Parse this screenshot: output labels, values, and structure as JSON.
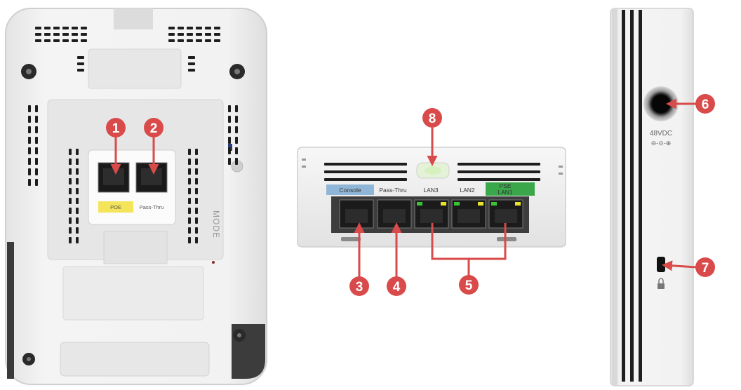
{
  "colors": {
    "callout": "#d94a4a",
    "body": "#efefef",
    "console_strip": "#8fb6d6",
    "poe_strip": "#f4e45a",
    "poe_lan_strip": "#3aa84a",
    "led_green": "#39c436",
    "led_yellow": "#e8e32c"
  },
  "back_panel": {
    "port_labels": [
      "POE",
      "Pass-Thru"
    ],
    "mode_text": "MODE"
  },
  "front_panel": {
    "port_labels": [
      "Console",
      "Pass-Thru",
      "LAN3",
      "LAN2"
    ],
    "poe_lan_label": [
      "PSE",
      "LAN1"
    ]
  },
  "side_panel": {
    "power_label": "48VDC",
    "power_symbol": "⊖-⊙-⊕"
  },
  "callouts": [
    "1",
    "2",
    "3",
    "4",
    "5",
    "6",
    "7",
    "8"
  ]
}
